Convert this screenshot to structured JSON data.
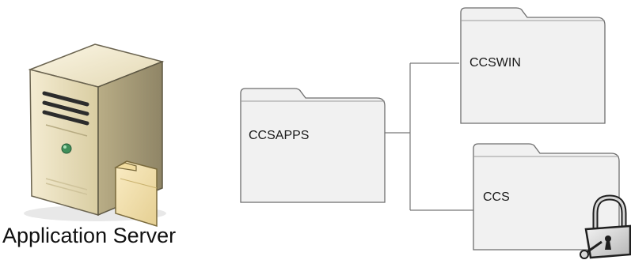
{
  "server": {
    "caption": "Application Server",
    "icon": "server-tower-icon"
  },
  "folders": {
    "root": {
      "label": "CCSAPPS",
      "icon": "folder-icon"
    },
    "child_top": {
      "label": "CCSWIN",
      "icon": "folder-icon"
    },
    "child_bottom": {
      "label": "CCS",
      "icon": "folder-icon",
      "locked": true
    }
  },
  "lock": {
    "icon": "padlock-icon"
  },
  "colors": {
    "folder_fill": "#f1f1f1",
    "folder_stroke": "#6e6e6e",
    "server_body": "#e7dcb8",
    "connector": "#777777"
  }
}
